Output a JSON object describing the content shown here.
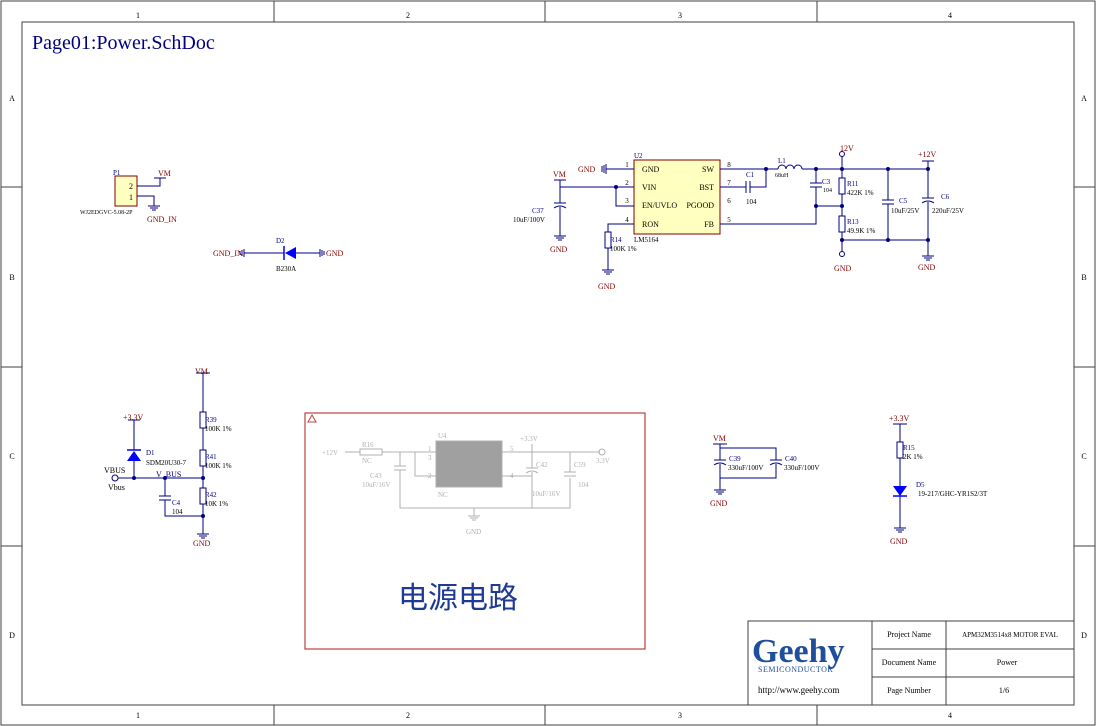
{
  "sheet": {
    "title": "Page01:Power.SchDoc",
    "col_labels": [
      "1",
      "2",
      "3",
      "4"
    ],
    "row_labels": [
      "A",
      "B",
      "C",
      "D"
    ]
  },
  "connector": {
    "ref": "P1",
    "pin2": "2",
    "pin1": "1",
    "part": "WJ2EDGVC-5.08-2P"
  },
  "nets": {
    "vm": "VM",
    "gnd": "GND",
    "gnd_in": "GND_IN",
    "v12": "12V",
    "p12": "+12V",
    "p33": "+3.3V",
    "vbus": "VBUS",
    "vbus_port": "Vbus",
    "v_bus": "V_BUS",
    "out33": "3.3V",
    "nc": "NC",
    "p12_dis": "+12V"
  },
  "diode_d2": {
    "ref": "D2",
    "part": "B230A"
  },
  "regulator": {
    "ref": "U2",
    "part": "LM5164",
    "pins_left": [
      {
        "num": "1",
        "name": "GND"
      },
      {
        "num": "2",
        "name": "VIN"
      },
      {
        "num": "3",
        "name": "EN/UVLO"
      },
      {
        "num": "4",
        "name": "RON"
      }
    ],
    "pins_right": [
      {
        "num": "8",
        "name": "SW"
      },
      {
        "num": "7",
        "name": "BST"
      },
      {
        "num": "6",
        "name": "PGOOD"
      },
      {
        "num": "5",
        "name": "FB"
      }
    ]
  },
  "components": {
    "c37": {
      "ref": "C37",
      "val": "10uF/100V"
    },
    "r14": {
      "ref": "R14",
      "val": "100K 1%"
    },
    "c1": {
      "ref": "C1",
      "val": "104"
    },
    "l1": {
      "ref": "L1",
      "val": "68uH"
    },
    "c3": {
      "ref": "C3",
      "val": "104"
    },
    "r11": {
      "ref": "R11",
      "val": "422K 1%"
    },
    "r13": {
      "ref": "R13",
      "val": "49.9K 1%"
    },
    "c5": {
      "ref": "C5",
      "val": "10uF/25V"
    },
    "c6": {
      "ref": "C6",
      "val": "220uF/25V"
    },
    "r39": {
      "ref": "R39",
      "val": "100K 1%"
    },
    "r41": {
      "ref": "R41",
      "val": "100K 1%"
    },
    "r42": {
      "ref": "R42",
      "val": "10K 1%"
    },
    "c4": {
      "ref": "C4",
      "val": "104"
    },
    "d1": {
      "ref": "D1",
      "val": "SDM20U30-7"
    },
    "c39": {
      "ref": "C39",
      "val": "330uF/100V"
    },
    "c40": {
      "ref": "C40",
      "val": "330uF/100V"
    },
    "r15": {
      "ref": "R15",
      "val": "2K 1%"
    },
    "d5": {
      "ref": "D5",
      "val": "19-217/GHC-YR1S2/3T"
    }
  },
  "disabled_block": {
    "r16": "R16",
    "u4": "U4",
    "c43": "C43",
    "c43_val": "10uF/16V",
    "c42": "C42",
    "c42_val": "10uF/16V",
    "c59": "C59",
    "c59_val": "104",
    "pin1": "1",
    "pin3": "3",
    "pin2": "2",
    "pin5": "5",
    "pin4": "4",
    "caption": "电源电路"
  },
  "title_block": {
    "logo": "Geehy",
    "logo_sub": "SEMICONDUCTOR",
    "url": "http://www.geehy.com",
    "rows": [
      {
        "label": "Project Name",
        "value": "APM32M3514x8 MOTOR EVAL"
      },
      {
        "label": "Document Name",
        "value": "Power"
      },
      {
        "label": "Page Number",
        "value": "1/6"
      }
    ]
  },
  "colors": {
    "wire": "#000080",
    "ref": "#000080",
    "net": "#800000",
    "part_fill": "#ffffc0",
    "diode": "#0000ff",
    "border_red": "#c04040",
    "disabled": "#b0b0b0",
    "logo": "#1f4e9a"
  }
}
